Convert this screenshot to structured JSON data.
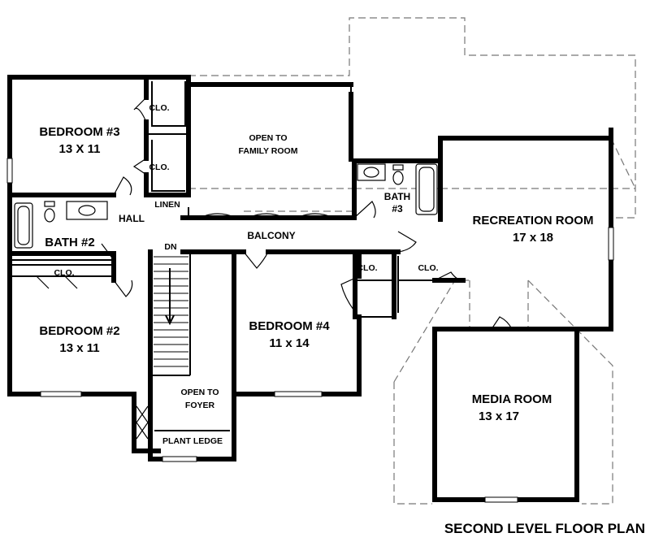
{
  "caption": "SECOND LEVEL FLOOR PLAN",
  "rooms": {
    "bedroom3": {
      "name": "BEDROOM #3",
      "size": "13 X 11"
    },
    "open_family": {
      "line1": "OPEN TO",
      "line2": "FAMILY ROOM"
    },
    "recreation": {
      "name": "RECREATION ROOM",
      "size": "17 x 18"
    },
    "bath2": {
      "name": "BATH #2"
    },
    "bath3": {
      "line1": "BATH",
      "line2": "#3"
    },
    "hall": "HALL",
    "linen": "LINEN",
    "balcony": "BALCONY",
    "dn": "DN",
    "bedroom2": {
      "name": "BEDROOM #2",
      "size": "13 x 11"
    },
    "bedroom4": {
      "name": "BEDROOM #4",
      "size": "11 x 14"
    },
    "open_foyer": {
      "line1": "OPEN TO",
      "line2": "FOYER"
    },
    "plant_ledge": "PLANT LEDGE",
    "media": {
      "name": "MEDIA ROOM",
      "size": "13 x 17"
    }
  },
  "closets": {
    "clo_bed3_upper": "CLO.",
    "clo_bed3_lower": "CLO.",
    "clo_bed2": "CLO.",
    "clo_bed4": "CLO.",
    "clo_rec": "CLO."
  }
}
